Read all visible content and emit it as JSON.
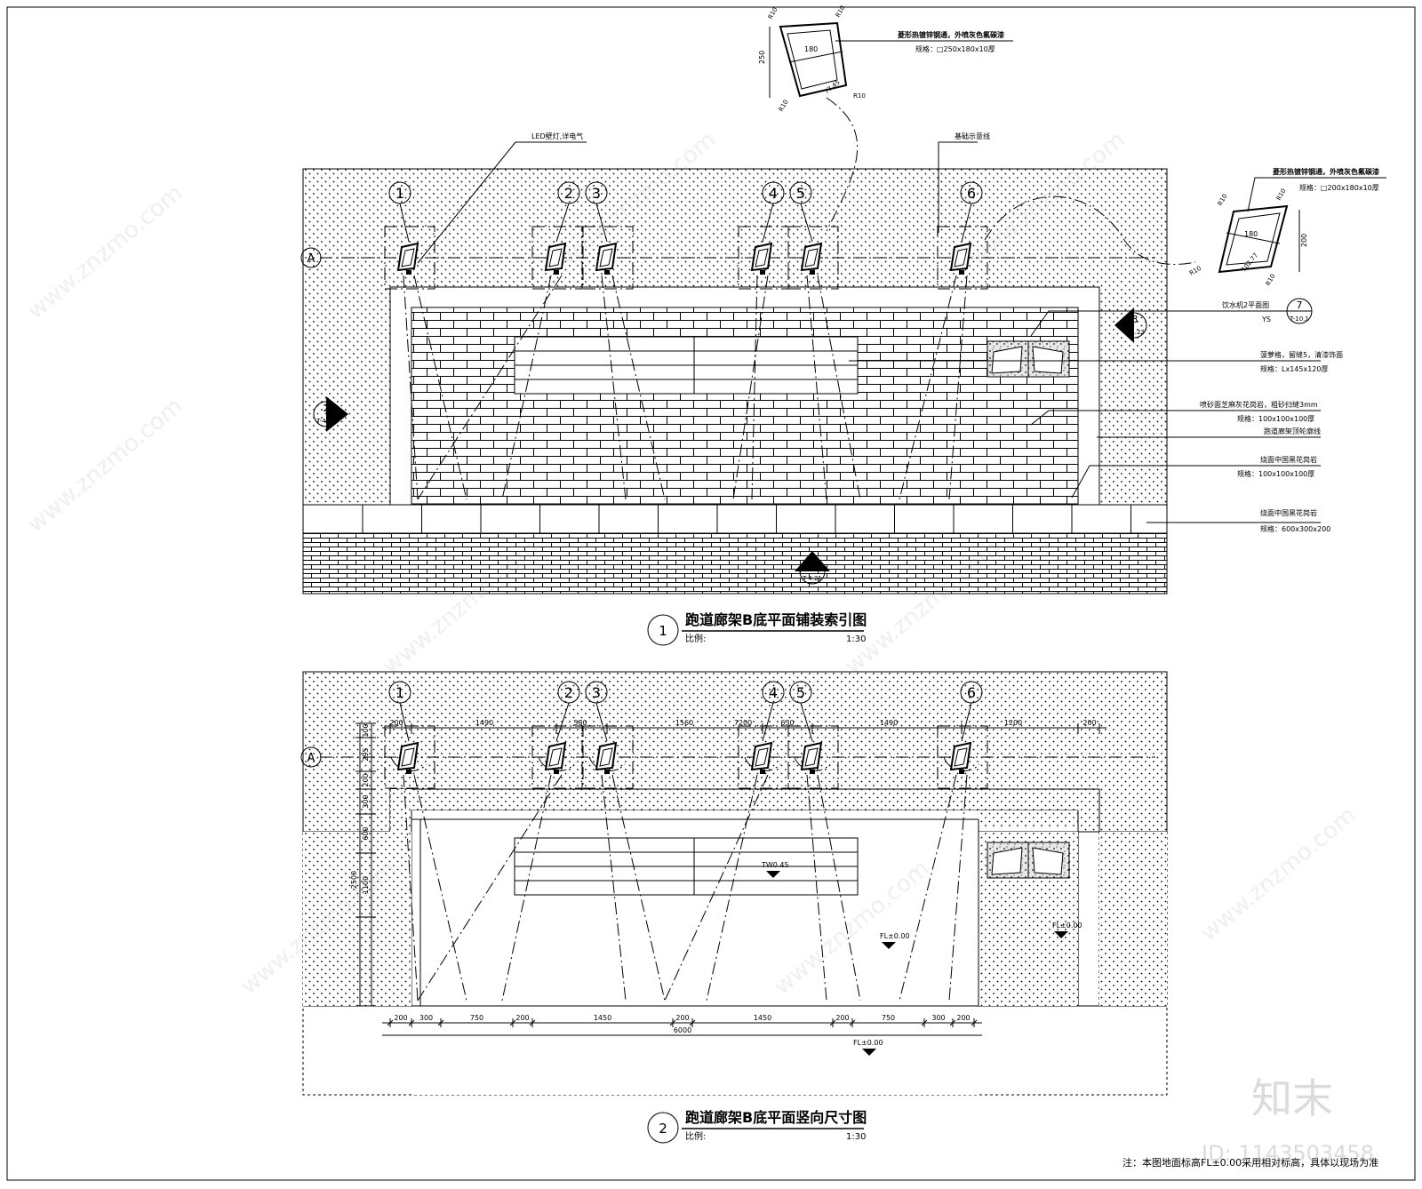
{
  "plan1": {
    "title": "跑道廊架B底平面铺装索引图",
    "number": "1",
    "scale_label": "比例:",
    "scale_value": "1:30"
  },
  "plan2": {
    "title": "跑道廊架B底平面竖向尺寸图",
    "number": "2",
    "scale_label": "比例:",
    "scale_value": "1:30"
  },
  "axis_marks": [
    "1",
    "2",
    "3",
    "4",
    "5",
    "6"
  ],
  "row_mark": "A",
  "detail_top": {
    "note1": "菱形热镀锌钢通，外喷灰色氟碳漆",
    "spec": "规格：□250x180x10厚",
    "dims": [
      "250",
      "180",
      "R10",
      "R10",
      "R10",
      "R10",
      "77.45"
    ]
  },
  "detail_right": {
    "note1": "菱形热镀锌钢通，外喷灰色氟碳漆",
    "spec": "规格：□200x180x10厚",
    "dims": [
      "200",
      "180",
      "R10",
      "R10",
      "R10",
      "R10",
      "102.77"
    ]
  },
  "leaders": {
    "led": "LED壁灯,详电气",
    "foundation": "基础示意线",
    "fountain": "饮水机2平面图",
    "fountain_code": "YS",
    "fountain_num": "7",
    "fountain_sheet": "T-10.1",
    "pineapple": "菠萝格，留缝5，清漆饰面",
    "pineapple_spec": "规格：Lx145x120厚",
    "sandblast": "喷砂面芝麻灰花岗岩，粗砂扫缝3mm",
    "sandblast_spec": "规格：100x100x100厚",
    "outline": "跑道廊架顶轮廓线",
    "black1": "烧面中国黑花岗岩",
    "black1_spec": "规格：100x100x100厚",
    "black2": "烧面中国黑花岗岩",
    "black2_spec": "规格：600x300x200"
  },
  "section_marks": {
    "left": {
      "num": "2",
      "sheet": "T-4.13"
    },
    "bottom": {
      "num": "2",
      "sheet": "T-4.21"
    },
    "right": {
      "num": "3",
      "sheet": "T-4.23"
    }
  },
  "dims_top": [
    "200",
    "1490",
    "580",
    "1560",
    "7200",
    "630",
    "1490",
    "1200",
    "200"
  ],
  "dims_bottom": [
    "200",
    "300",
    "750",
    "200",
    "1450",
    "200",
    "1450",
    "200",
    "750",
    "300",
    "200"
  ],
  "dim_total_bottom": "6000",
  "dims_left": [
    "100",
    "295",
    "200",
    "300",
    "600",
    "1100",
    "2500"
  ],
  "levels": {
    "bench": "TW0.45",
    "floor1": "FL±0.00",
    "floor2": "FL±0.00",
    "floor3": "FL±0.00"
  },
  "footer_note": "注：本图地面标高FL±0.00采用相对标高，具体以现场为准",
  "watermark": {
    "brand": "知末",
    "id": "ID: 1143503458",
    "url": "www.znzmo.com"
  }
}
